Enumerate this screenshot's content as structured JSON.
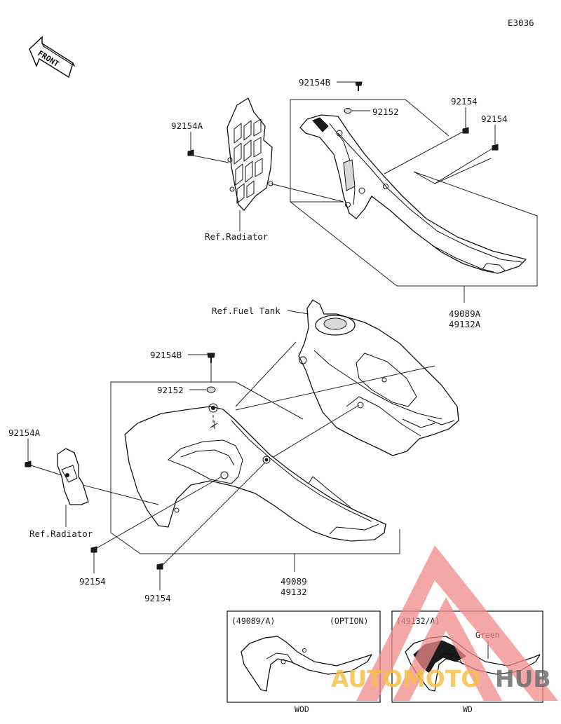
{
  "diagram_code": "E3036",
  "front_arrow": {
    "label": "FRONT"
  },
  "upper_assembly": {
    "callouts": {
      "bolt_top": "92154B",
      "washer": "92152",
      "bolt_right_1": "92154",
      "bolt_right_2": "92154",
      "bolt_left": "92154A",
      "ref_radiator": "Ref.Radiator"
    },
    "part_numbers": [
      "49089A",
      "49132A"
    ]
  },
  "fuel_tank": {
    "ref_label": "Ref.Fuel Tank"
  },
  "lower_assembly": {
    "callouts": {
      "bolt_top": "92154B",
      "washer": "92152",
      "bolt_left": "92154A",
      "ref_radiator": "Ref.Radiator",
      "bolt_bottom_1": "92154",
      "bolt_bottom_2": "92154"
    },
    "part_numbers": [
      "49089",
      "49132"
    ]
  },
  "variants": [
    {
      "header": "(49089/A)",
      "tag": "(OPTION)",
      "caption": "WOD",
      "note": ""
    },
    {
      "header": "(49132/A)",
      "tag": "",
      "caption": "WD",
      "note": "Green"
    }
  ],
  "watermark": {
    "part1": "AUTOMOTO",
    "part2": "HUB",
    "color1": "#f5c04a",
    "color2": "#6e6e6e",
    "triangle_color": "#f08a8a"
  }
}
